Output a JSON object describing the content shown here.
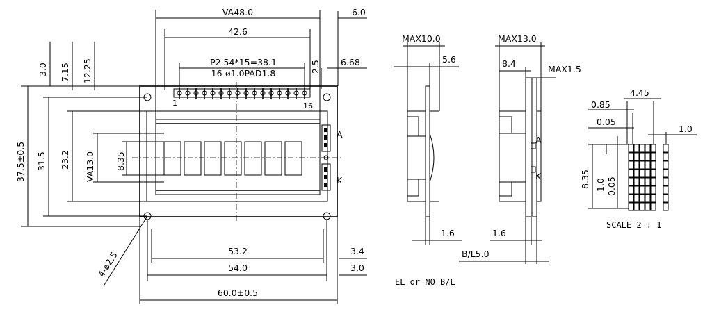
{
  "front_view": {
    "dims": {
      "va_width": "VA48.0",
      "pin_span": "42.6",
      "pitch": "P2.54*15=38.1",
      "pad": "16-ø1.0PAD1.8",
      "right_top_a": "6.0",
      "right_top_b": "2.5",
      "right_top_c": "6.68",
      "left_a": "3.0",
      "left_b": "7.15",
      "left_c": "12.25",
      "height_total": "37.5±0.5",
      "height_inner": "31.5",
      "height_view": "23.2",
      "va_height": "VA13.0",
      "char_height": "8.35",
      "bottom_a": "53.2",
      "bottom_b": "54.0",
      "bottom_c": "60.0±0.5",
      "bottom_r1": "3.4",
      "bottom_r2": "3.0",
      "holes": "4-ø2.5"
    },
    "pins": {
      "first": "1",
      "last": "16"
    },
    "backlight_pins": {
      "anode": "A",
      "cathode": "K"
    }
  },
  "side_view_1": {
    "max": "MAX10.0",
    "dim_a": "5.6",
    "dim_b": "1.6"
  },
  "side_view_2": {
    "max": "MAX13.0",
    "dim_a": "8.4",
    "dim_b": "MAX1.5",
    "dim_c": "1.6",
    "dim_d": "B/L5.0",
    "pin_a": "A",
    "pin_k": "K"
  },
  "backlight_note": "EL or NO B/L",
  "detail": {
    "w": "4.45",
    "a": "0.85",
    "b": "0.05",
    "c": "1.0",
    "h": "8.35",
    "v1": "1.0",
    "v2": "0.05",
    "scale": "SCALE 2 : 1"
  }
}
